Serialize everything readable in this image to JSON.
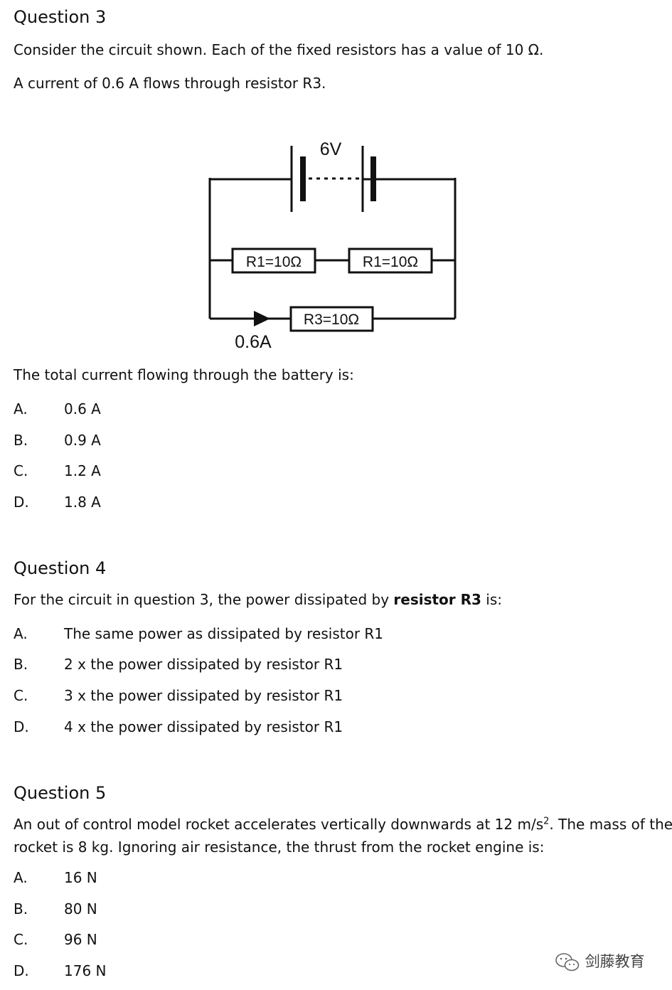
{
  "q3": {
    "heading": "Question 3",
    "line1": "Consider the circuit shown. Each of the fixed resistors has a value of 10 Ω.",
    "line2": "A current of 0.6 A flows through resistor R3.",
    "circuit": {
      "battery_label": "6V",
      "resistor_left": "R1=10Ω",
      "resistor_right": "R1=10Ω",
      "resistor_bottom": "R3=10Ω",
      "current_label": "0.6A"
    },
    "prompt": "The total current flowing through the battery is:",
    "options": [
      {
        "letter": "A.",
        "text": "0.6 A"
      },
      {
        "letter": "B.",
        "text": "0.9 A"
      },
      {
        "letter": "C.",
        "text": "1.2 A"
      },
      {
        "letter": "D.",
        "text": "1.8 A"
      }
    ]
  },
  "q4": {
    "heading": "Question 4",
    "prompt_pre": "For the circuit in question 3, the power dissipated by ",
    "prompt_bold": "resistor R3",
    "prompt_post": " is:",
    "options": [
      {
        "letter": "A.",
        "text": "The same power as dissipated by resistor R1"
      },
      {
        "letter": "B.",
        "text": "2 x the power dissipated by resistor R1"
      },
      {
        "letter": "C.",
        "text": "3 x the power dissipated by resistor R1"
      },
      {
        "letter": "D.",
        "text": "4 x the power dissipated by resistor R1"
      }
    ]
  },
  "q5": {
    "heading": "Question 5",
    "line1_pre": "An out of control model rocket accelerates vertically downwards at 12 m/s",
    "line1_sup": "2",
    "line1_post": ". The mass of the",
    "line2": "rocket is 8 kg. Ignoring air resistance, the thrust from the rocket engine is:",
    "options": [
      {
        "letter": "A.",
        "text": "16 N"
      },
      {
        "letter": "B.",
        "text": "80 N"
      },
      {
        "letter": "C.",
        "text": "96 N"
      },
      {
        "letter": "D.",
        "text": "176 N"
      }
    ]
  },
  "watermark": {
    "icon": "wechat-icon",
    "text": "剑藤教育"
  }
}
